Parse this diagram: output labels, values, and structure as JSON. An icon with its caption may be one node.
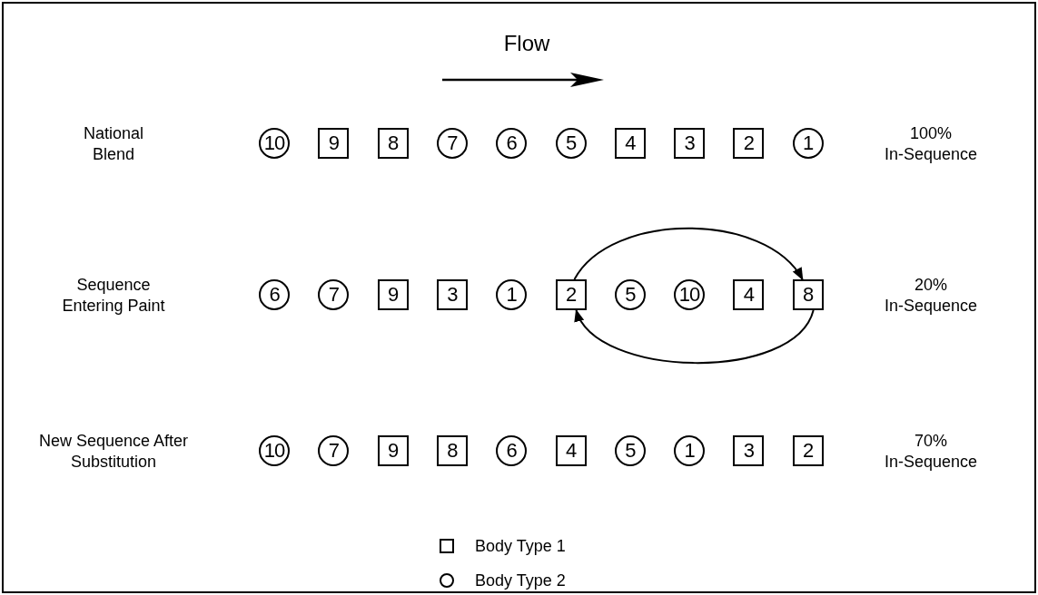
{
  "diagram": {
    "nodes": [
      {
        "text": [
          "10"
        ]
      },
      {
        "text": [
          "9"
        ]
      },
      {
        "text": [
          "8"
        ]
      },
      {
        "text": [
          "7"
        ]
      },
      {
        "text": [
          "6"
        ]
      },
      {
        "text": [
          "5"
        ]
      },
      {
        "text": [
          "4"
        ]
      },
      {
        "text": [
          "3"
        ]
      },
      {
        "text": [
          "2"
        ]
      },
      {
        "text": [
          "1"
        ]
      },
      {
        "text": [
          "6"
        ]
      },
      {
        "text": [
          "7"
        ]
      },
      {
        "text": [
          "9"
        ]
      },
      {
        "text": [
          "3"
        ]
      },
      {
        "text": [
          "1"
        ]
      },
      {
        "text": [
          "2"
        ]
      },
      {
        "text": [
          "5"
        ]
      },
      {
        "text": [
          "10"
        ]
      },
      {
        "text": [
          "4"
        ]
      },
      {
        "text": [
          "8"
        ]
      },
      {
        "text": [
          "10"
        ]
      },
      {
        "text": [
          "7"
        ]
      },
      {
        "text": [
          "9"
        ]
      },
      {
        "text": [
          "8"
        ]
      },
      {
        "text": [
          "6"
        ]
      },
      {
        "text": [
          "4"
        ]
      },
      {
        "text": [
          "5"
        ]
      },
      {
        "text": [
          "1"
        ]
      },
      {
        "text": [
          "3"
        ]
      },
      {
        "text": [
          "2"
        ]
      }
    ],
    "edges": [
      {
        "from": 15,
        "to": 19,
        "arrow": "to"
      },
      {
        "from": 19,
        "to": 15,
        "arrow": "to"
      }
    ],
    "labels": [
      "Flow",
      "National Blend",
      "100% In-Sequence",
      "Sequence Entering Paint",
      "20% In-Sequence",
      "New Sequence After Substitution",
      "70% In-Sequence"
    ],
    "legend": [
      {
        "text": "Body Type 1"
      },
      {
        "text": "Body Type 2"
      }
    ]
  }
}
